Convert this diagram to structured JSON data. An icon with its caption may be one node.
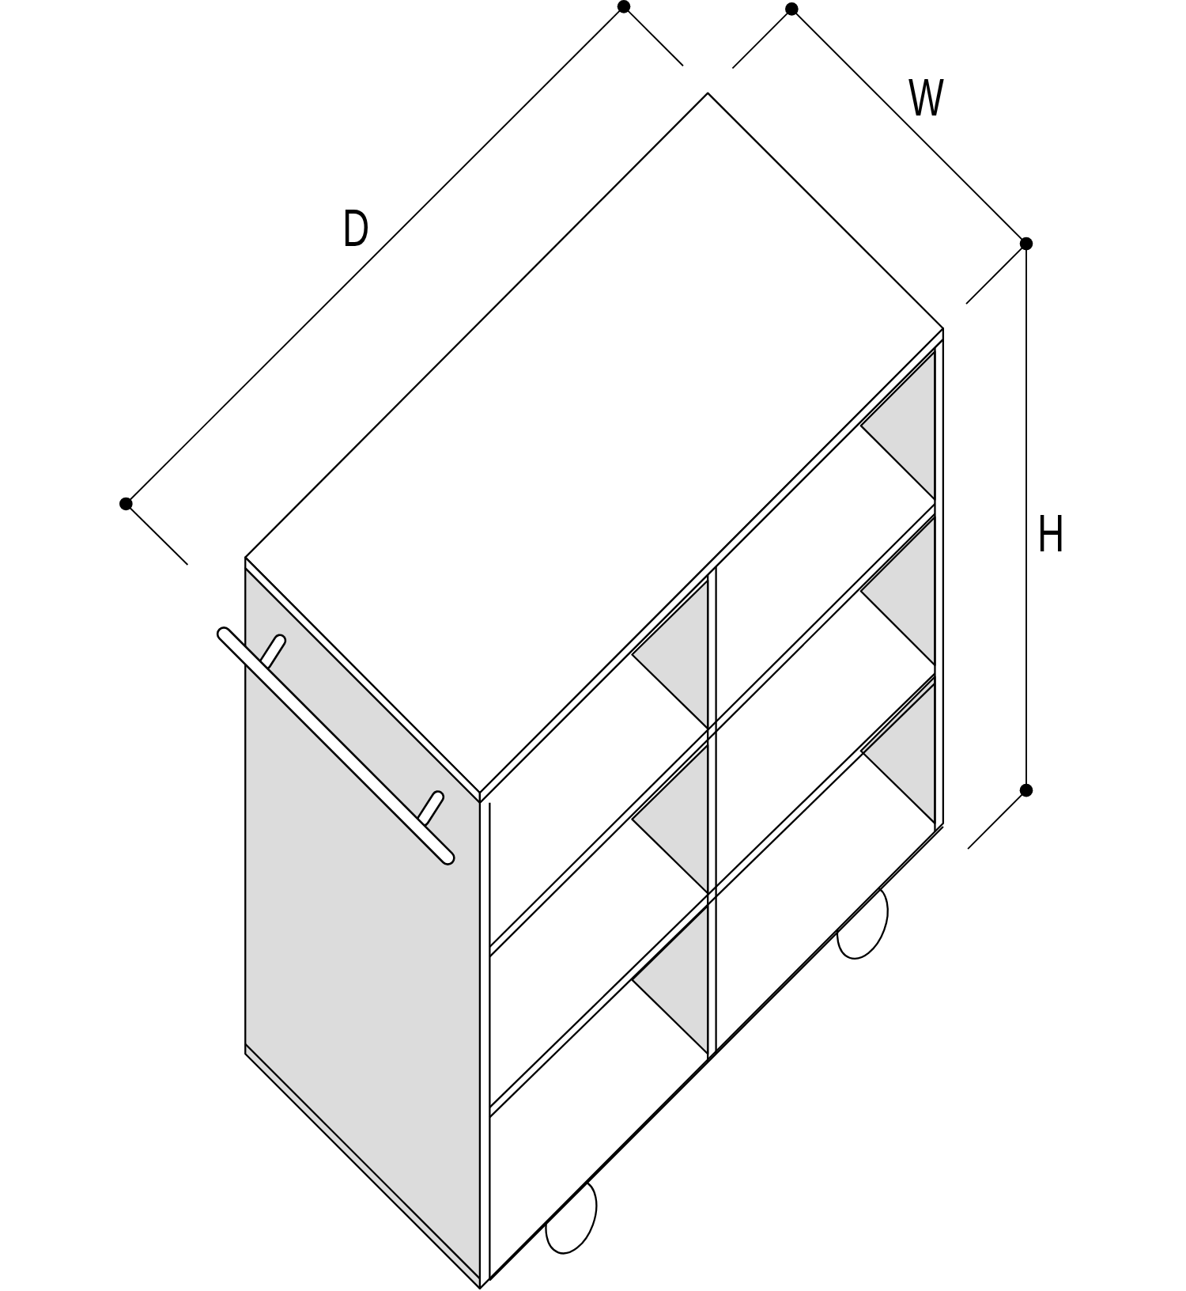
{
  "diagram": {
    "labels": [
      "D",
      "W",
      "H"
    ]
  }
}
